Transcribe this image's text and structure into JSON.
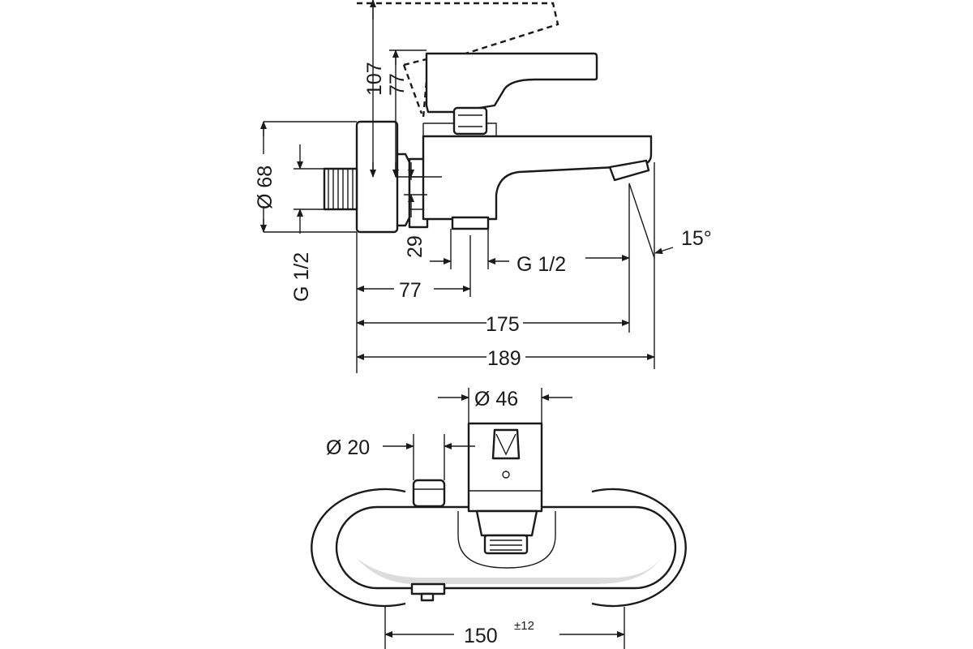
{
  "dimensions": {
    "top_view": {
      "height_107": "107",
      "height_77": "77",
      "diameter_68": "Ø 68",
      "offset_29": "29",
      "thread_left": "G 1/2",
      "thread_right": "G 1/2",
      "angle_15": "15°",
      "length_77": "77",
      "length_175": "175",
      "length_189": "189"
    },
    "front_view": {
      "diameter_46": "Ø 46",
      "diameter_20": "Ø 20",
      "width_150": "150",
      "tolerance": "±12"
    }
  }
}
